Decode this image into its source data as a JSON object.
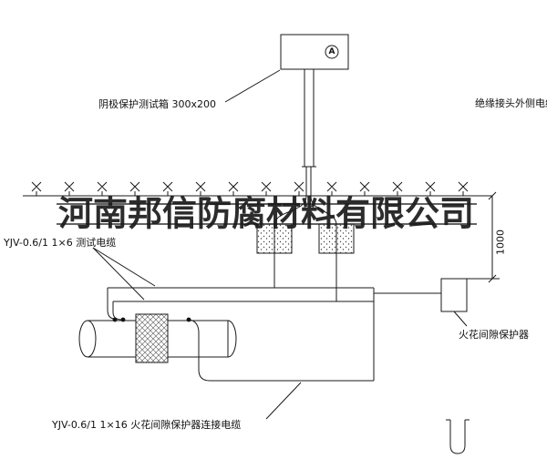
{
  "watermark": {
    "text": "河南邦信防腐材料有限公司"
  },
  "labels": {
    "test_box": "阴极保护测试箱 300x200",
    "insulated_joint_cable": "绝缘接头外侧电缆",
    "test_cable": "YJV-0.6/1 1×6  测试电缆",
    "spark_gap_protector": "火花间隙保护器",
    "connection_cable": "YJV-0.6/1 1×16  火花间隙保护器连接电缆",
    "ammeter": "A",
    "dimension_depth": "1000"
  },
  "colors": {
    "line": "#1a1a1a",
    "background": "#ffffff",
    "watermark": "#1b1b1b"
  }
}
